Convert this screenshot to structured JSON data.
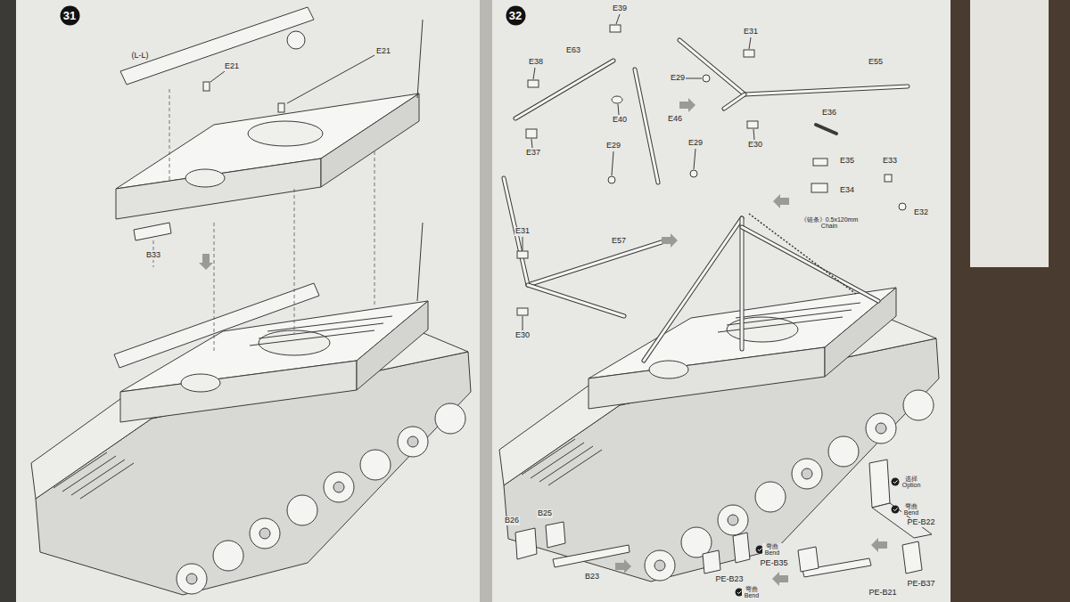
{
  "diagram": {
    "nodes": [
      {
        "text": [
          "31"
        ]
      },
      {
        "text": [
          "32"
        ]
      }
    ],
    "labels": [
      "(L-L)",
      "E21",
      "E21",
      "B33",
      "E39",
      "E38",
      "E63",
      "E40",
      "E37",
      "E46",
      "E29",
      "E31",
      "E55",
      "E30",
      "E29",
      "E29",
      "E36",
      "E35",
      "E34",
      "E33",
      "E32",
      "《链条》0.5x120mm Chain",
      "E31",
      "E57",
      "E30",
      "选择 Option",
      "弯曲 Bend",
      "PE-B22",
      "B26",
      "B25",
      "B23",
      "弯曲 Bend",
      "PE-B35",
      "PE-B23",
      "弯曲 Bend",
      "PE-B21",
      "PE-B37"
    ]
  }
}
